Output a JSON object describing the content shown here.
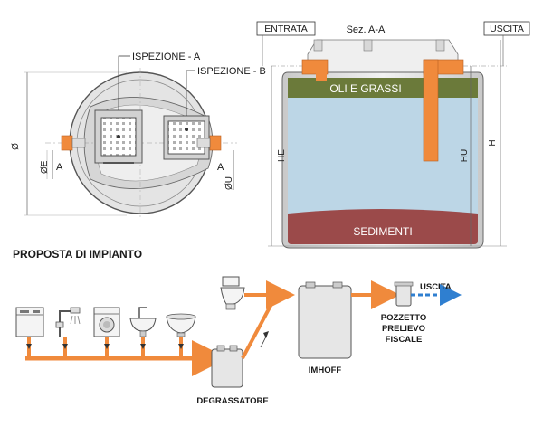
{
  "top_view": {
    "labels": {
      "inspection_a": "ISPEZIONE - A",
      "inspection_b": "ISPEZIONE - B",
      "diameter": "Ø",
      "section_a_left": "A",
      "section_a_right": "A",
      "inlet_diameter": "ØE",
      "outlet_diameter": "ØU"
    }
  },
  "section_view": {
    "title": "Sez. A-A",
    "inlet_label": "ENTRATA",
    "outlet_label": "USCITA",
    "oil_layer_label": "OLI E GRASSI",
    "sediment_label": "SEDIMENTI",
    "dim_he": "HE",
    "dim_hu": "HU",
    "dim_h": "H",
    "colors": {
      "oil_layer": "#6b7a3a",
      "liquid": "#bcd6e6",
      "sediment": "#9b4a4a",
      "pipe": "#f08a3c"
    }
  },
  "plant_scheme": {
    "title": "PROPOSTA DI IMPIANTO",
    "fixtures": [
      "dishwasher-icon",
      "shower-icon",
      "washing-machine-icon",
      "sink-icon",
      "bidet-icon",
      "toilet-icon"
    ],
    "degreaser_label": "DEGRASSATORE",
    "imhoff_label": "IMHOFF",
    "sampling_label_line1": "POZZETTO",
    "sampling_label_line2": "PRELIEVO",
    "sampling_label_line3": "FISCALE",
    "outlet_label": "USCITA",
    "colors": {
      "pipe": "#f08a3c",
      "outlet_arrow": "#2f7fd0"
    }
  }
}
